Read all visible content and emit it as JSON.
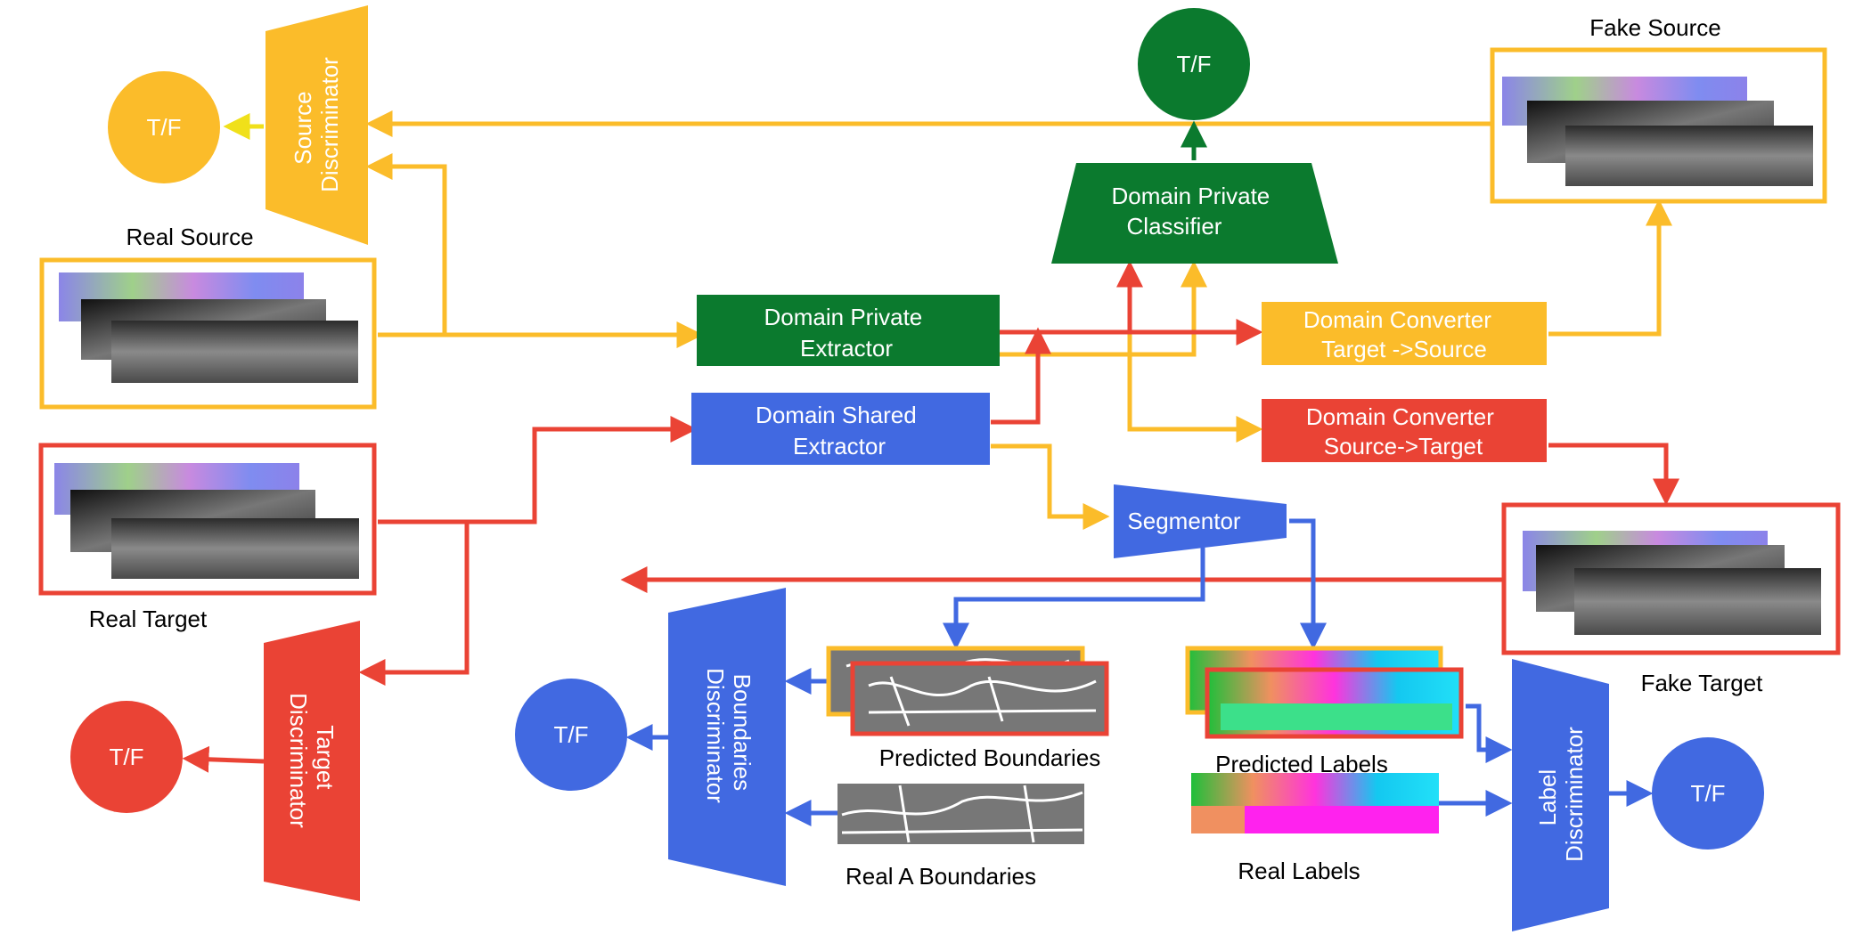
{
  "colors": {
    "yellow": "#FBBC2A",
    "red": "#EA4335",
    "blue": "#4169E1",
    "green": "#0B7A2E",
    "yellow_arrow": "#F0E01A"
  },
  "nodes": {
    "source_discriminator": [
      "Source",
      "Discriminator"
    ],
    "target_discriminator": [
      "Target",
      "Discriminator"
    ],
    "boundaries_discriminator": [
      "Boundaries",
      "Discriminator"
    ],
    "label_discriminator": [
      "Label",
      "Discriminator"
    ],
    "domain_private_classifier": [
      "Domain Private",
      "Classifier"
    ],
    "domain_private_extractor": [
      "Domain Private",
      "Extractor"
    ],
    "domain_shared_extractor": [
      "Domain Shared",
      "Extractor"
    ],
    "converter_t2s": [
      "Domain Converter",
      "Target ->Source"
    ],
    "converter_s2t": [
      "Domain Converter",
      "Source->Target"
    ],
    "segmentor": "Segmentor",
    "tf": "T/F"
  },
  "captions": {
    "real_source": "Real Source",
    "real_target": "Real Target",
    "fake_source": "Fake Source",
    "fake_target": "Fake Target",
    "predicted_boundaries": "Predicted Boundaries",
    "real_a_boundaries": "Real A Boundaries",
    "predicted_labels": "Predicted Labels",
    "real_labels": "Real Labels"
  }
}
